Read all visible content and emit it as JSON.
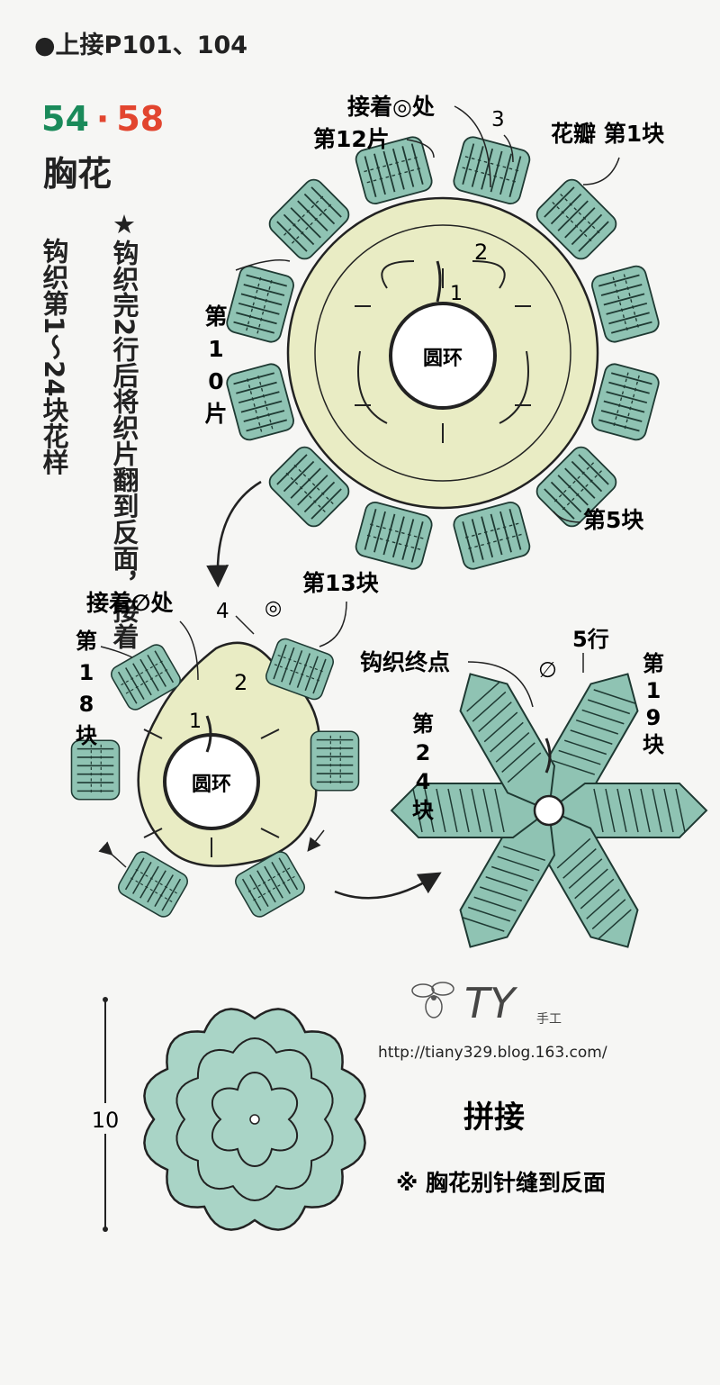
{
  "header": {
    "ref": "●上接P101、104",
    "num_a": "54",
    "dot": "·",
    "num_b": "58",
    "title": "胸花"
  },
  "vertical_notes": {
    "note_right": "★钩织完2行后将织片翻到反面，接着",
    "note_left": "钩织第1～24块花样"
  },
  "diagram1": {
    "center": "圆环",
    "join_label": "接着◎处",
    "piece12": "第12片",
    "piece10": "第10片",
    "petal1": "花瓣 第1块",
    "piece5": "第5块",
    "row3": "3",
    "row2": "2",
    "row1": "1"
  },
  "diagram2": {
    "center": "圆环",
    "join_label": "接着∅处",
    "piece13": "第13块",
    "piece18": "第18块",
    "row4": "4",
    "row2": "2",
    "row1": "1",
    "mark": "◎"
  },
  "diagram3": {
    "end_label": "钩织终点",
    "row5": "5行",
    "mark": "∅",
    "piece19": "第19块",
    "piece24": "第24块"
  },
  "assembly": {
    "size": "10",
    "title": "拼接",
    "note": "※ 胸花别针缝到反面"
  },
  "watermark": {
    "logo_text": "TY",
    "logo_sub": "手工",
    "url": "http://tiany329.blog.163.com/"
  },
  "colors": {
    "petal": "#8fc3b3",
    "center_fill": "#e9ecc4",
    "number_green": "#1a8a5a",
    "number_red": "#e2452f",
    "assembly": "#a9d4c6"
  }
}
